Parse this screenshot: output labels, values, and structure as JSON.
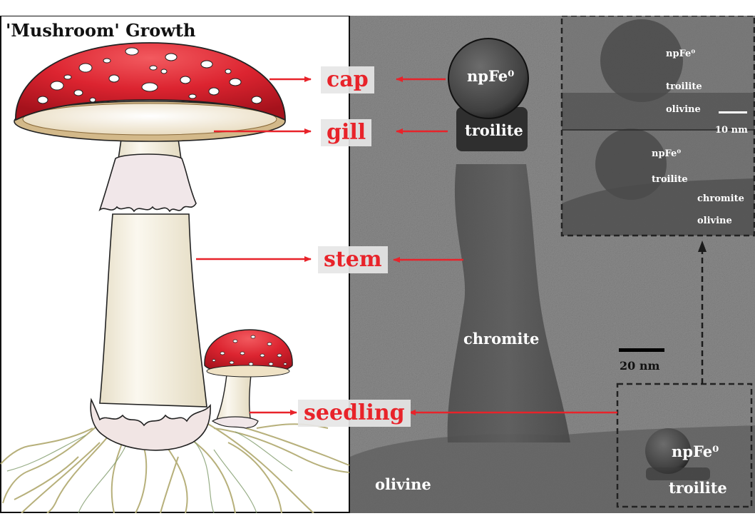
{
  "title": "'Mushroom' Growth",
  "callouts": {
    "cap": "cap",
    "gill": "gill",
    "stem": "stem",
    "seedling": "seedling"
  },
  "tem_labels": {
    "npfe_top": "npFe⁰",
    "troilite_top": "troilite",
    "chromite": "chromite",
    "olivine": "olivine",
    "npfe_seed": "npFe⁰",
    "troilite_seed": "troilite"
  },
  "scale_bars": {
    "main": "20 nm",
    "inset": "10 nm"
  },
  "inset_labels": {
    "upper": {
      "npfe": "npFe⁰",
      "troilite": "troilite",
      "olivine": "olivine"
    },
    "lower": {
      "npfe": "npFe⁰",
      "troilite": "troilite",
      "chromite": "chromite",
      "olivine": "olivine"
    }
  },
  "colors": {
    "arrow": "#e8232a",
    "cap_red": "#d7202b",
    "stem_cream": "#f6f1e3",
    "roots": "#c4bd8a",
    "tem_gray": "#8b8b8b"
  }
}
